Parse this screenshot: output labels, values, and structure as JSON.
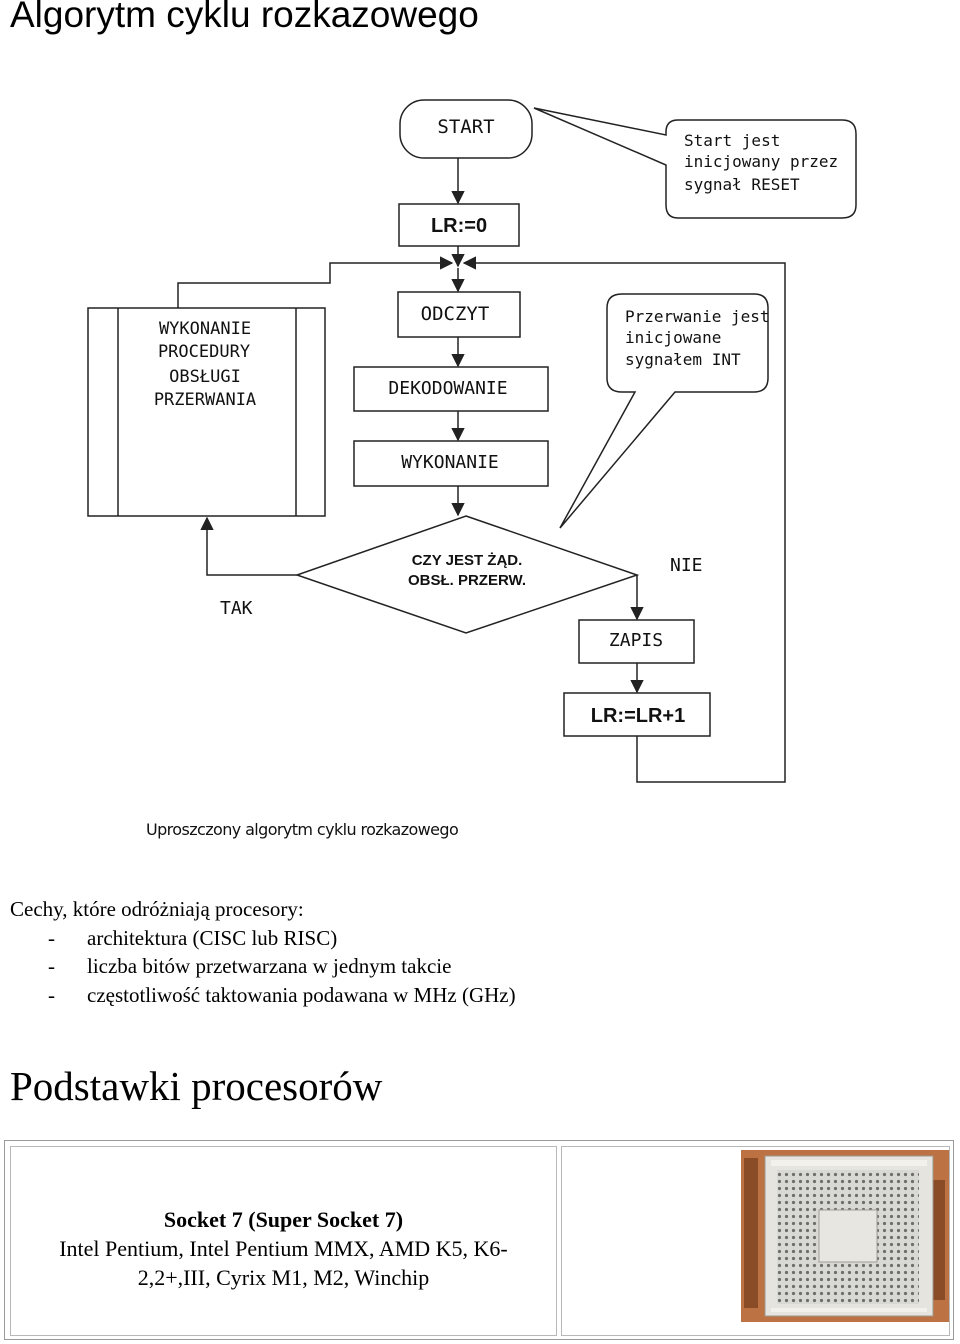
{
  "page": {
    "title": "Algorytm cyklu rozkazowego",
    "section_title": "Podstawki procesorów"
  },
  "flowchart": {
    "start": "START",
    "lr_init": "LR:=0",
    "start_note": [
      "Start jest",
      "inicjowany przez",
      "sygnał RESET"
    ],
    "fetch": "ODCZYT",
    "decode": "DEKODOWANIE",
    "execute": "WYKONANIE",
    "interrupt_routine": [
      "WYKONANIE",
      "PROCEDURY",
      "OBSŁUGI",
      "PRZERWANIA"
    ],
    "interrupt_note": [
      "Przerwanie jest",
      "inicjowane",
      "sygnałem INT"
    ],
    "decision": [
      "CZY JEST ŻĄD.",
      "OBSŁ. PRZERW."
    ],
    "yes": "TAK",
    "no": "NIE",
    "write": "ZAPIS",
    "lr_inc": "LR:=LR+1",
    "caption": "Uproszczony algorytm cyklu rozkazowego"
  },
  "features": {
    "intro": "Cechy, które odróżniają procesory:",
    "items": [
      "architektura (CISC lub RISC)",
      "liczba bitów przetwarzana w jednym takcie",
      "częstotliwość taktowania podawana w MHz (GHz)"
    ]
  },
  "socket": {
    "name": "Socket 7 (Super Socket 7)",
    "compat": "Intel Pentium, Intel Pentium MMX, AMD K5, K6-2,2+,III, Cyrix M1, M2, Winchip"
  }
}
